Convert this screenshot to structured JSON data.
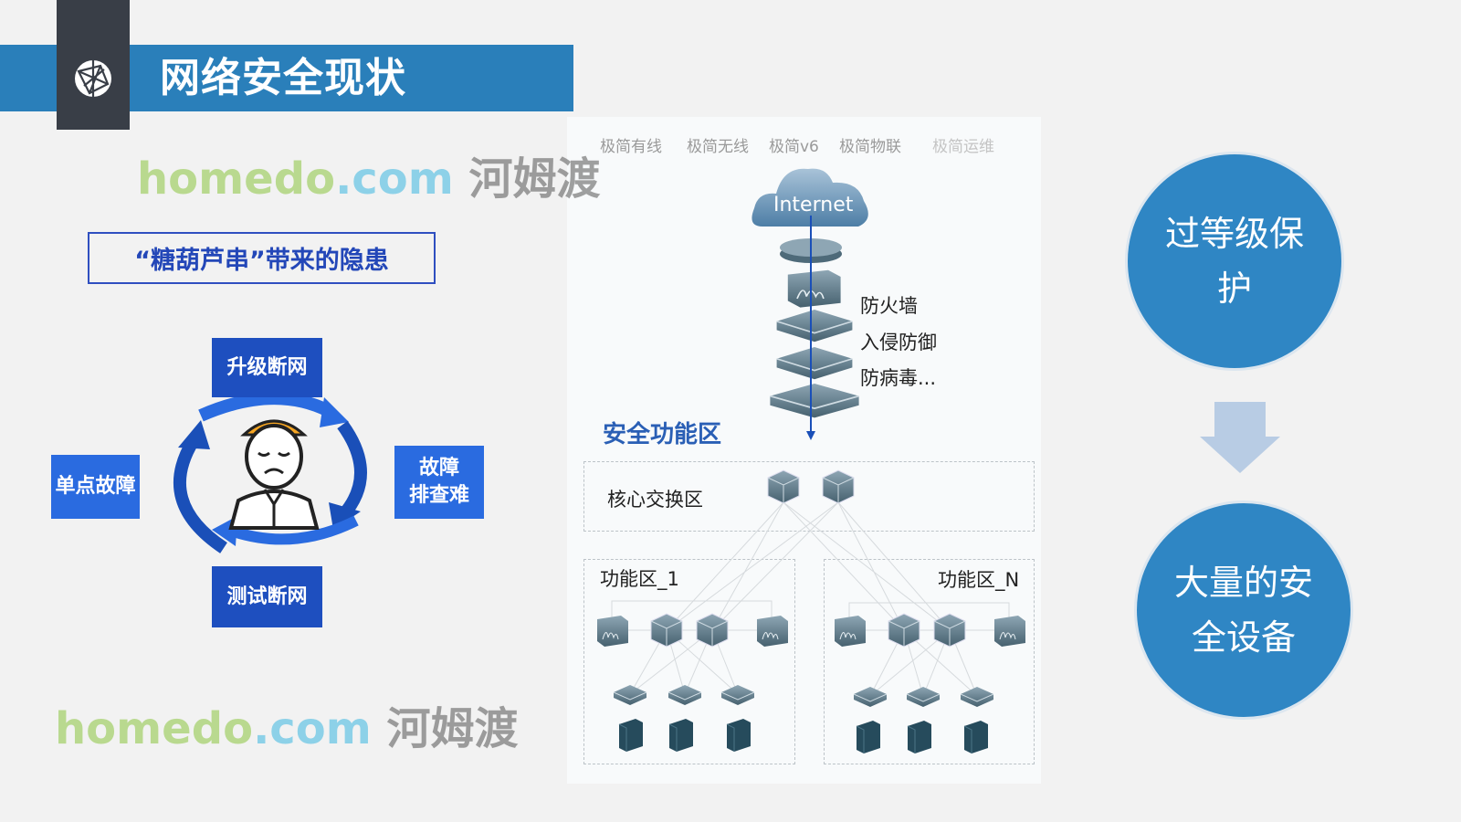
{
  "header": {
    "title": "网络安全现状",
    "icon": "globe-network-icon"
  },
  "left": {
    "subtitle": "“糖葫芦串”带来的隐患",
    "cycle": {
      "top": "升级断网",
      "left": "单点故障",
      "right_line1": "故障",
      "right_line2": "排查难",
      "bottom": "测试断网",
      "center_icon": "stressed-engineer-icon"
    }
  },
  "center": {
    "tabs": [
      "极简有线",
      "极简无线",
      "极简v6",
      "极简物联",
      "极简运维"
    ],
    "cloud": "Internet",
    "devices": [
      "防火墙",
      "入侵防御",
      "防病毒..."
    ],
    "security_zone": "安全功能区",
    "core_zone": "核心交换区",
    "zone1": "功能区_1",
    "zoneN": "功能区_N"
  },
  "right": {
    "circle1_line1": "过等级保",
    "circle1_line2": "护",
    "circle2_line1": "大量的安",
    "circle2_line2": "全设备"
  },
  "watermark": {
    "en": "homedo",
    "dom": ".com",
    "cn": "河姆渡"
  },
  "colors": {
    "banner": "#2a7fba",
    "dark_box": "#1e4fbf",
    "light_box": "#2a6be0",
    "circle": "#2f86c4",
    "arrow": "#1a4fb8"
  }
}
